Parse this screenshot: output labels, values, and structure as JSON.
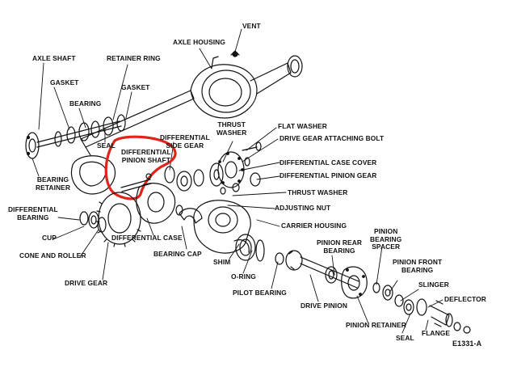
{
  "diagram": {
    "code": "E1331-A",
    "highlight_color": "#e0231b",
    "labels": {
      "axle_housing": "AXLE HOUSING",
      "vent": "VENT",
      "axle_shaft": "AXLE SHAFT",
      "retainer_ring": "RETAINER RING",
      "gasket_left": "GASKET",
      "gasket_right": "GASKET",
      "bearing": "BEARING",
      "seal_left": "SEAL",
      "bearing_retainer": "BEARING\nRETAINER",
      "differential_pinion_shaft": "DIFFERENTIAL\nPINION SHAFT",
      "differential_side_gear": "DIFFERENTIAL\nSIDE GEAR",
      "thrust_washer_top": "THRUST\nWASHER",
      "flat_washer": "FLAT WASHER",
      "drive_gear_attaching_bolt": "DRIVE GEAR ATTACHING BOLT",
      "differential_case_cover": "DIFFERENTIAL CASE COVER",
      "differential_pinion_gear": "DIFFERENTIAL PINION GEAR",
      "thrust_washer": "THRUST WASHER",
      "adjusting_nut": "ADJUSTING NUT",
      "carrier_housing": "CARRIER  HOUSING",
      "differential_bearing": "DIFFERENTIAL\nBEARING",
      "cup": "CUP",
      "cone_and_roller": "CONE AND ROLLER",
      "drive_gear": "DRIVE GEAR",
      "differential_case": "DIFFERENTIAL CASE",
      "bearing_cap": "BEARING CAP",
      "shim": "SHIM",
      "o_ring": "O-RING",
      "pilot_bearing": "PILOT BEARING",
      "drive_pinion": "DRIVE PINION",
      "pinion_rear_bearing": "PINION REAR\nBEARING",
      "pinion_bearing_spacer": "PINION\nBEARING\nSPACER",
      "pinion_front_bearing": "PINION FRONT\nBEARING",
      "slinger": "SLINGER",
      "deflector": "DEFLECTOR",
      "flange": "FLANGE",
      "seal_right": "SEAL",
      "pinion_retainer": "PINION RETAINER"
    }
  }
}
